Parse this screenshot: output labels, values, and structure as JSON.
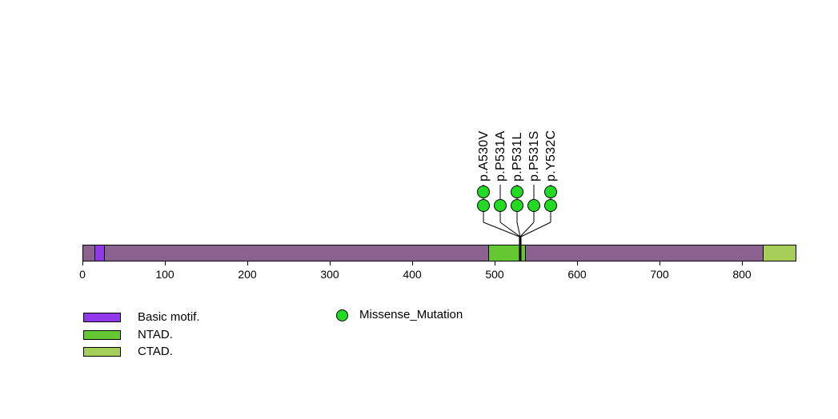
{
  "chart_data": {
    "type": "lollipop",
    "title": "",
    "orientation": "horizontal",
    "background": "#ffffff",
    "protein": {
      "length": 866,
      "backbone_color": "#8a618f",
      "outline_color": "#000000",
      "domains": [
        {
          "name": "Basic motif.",
          "start": 15,
          "end": 27,
          "color": "#9138eb"
        },
        {
          "name": "NTAD.",
          "start": 492,
          "end": 538,
          "color": "#64c832"
        },
        {
          "name": "CTAD.",
          "start": 825,
          "end": 866,
          "color": "#a8ce5a"
        }
      ]
    },
    "axis": {
      "ticks": [
        0,
        100,
        200,
        300,
        400,
        500,
        600,
        700,
        800
      ],
      "min": 0,
      "max": 866,
      "grid": false
    },
    "mutations": [
      {
        "label": "p.A530V",
        "position": 530,
        "count": 2,
        "type": "Missense_Mutation"
      },
      {
        "label": "p.P531A",
        "position": 531,
        "count": 1,
        "type": "Missense_Mutation"
      },
      {
        "label": "p.P531L",
        "position": 531,
        "count": 2,
        "type": "Missense_Mutation"
      },
      {
        "label": "p.P531S",
        "position": 531,
        "count": 1,
        "type": "Missense_Mutation"
      },
      {
        "label": "p.Y532C",
        "position": 532,
        "count": 2,
        "type": "Missense_Mutation"
      }
    ],
    "mutation_types": [
      {
        "name": "Missense_Mutation",
        "color": "#23da23",
        "marker": "circle-icon"
      }
    ],
    "legend": {
      "domain_items": [
        {
          "label": "Basic motif.",
          "color": "#9138eb"
        },
        {
          "label": "NTAD.",
          "color": "#64c832"
        },
        {
          "label": "CTAD.",
          "color": "#a8ce5a"
        }
      ],
      "mutation_items": [
        {
          "label": "Missense_Mutation",
          "color": "#23da23"
        }
      ]
    }
  }
}
